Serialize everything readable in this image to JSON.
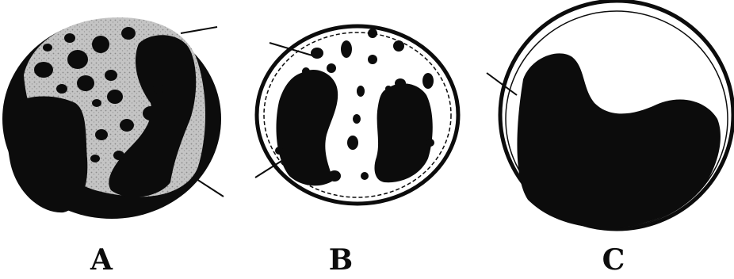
{
  "cells": [
    {
      "id": "A",
      "label": "A"
    },
    {
      "id": "B",
      "label": "B"
    },
    {
      "id": "C",
      "label": "C"
    }
  ],
  "colors": {
    "ink": "#0c0c0c",
    "cytoplasm": "#bdbdbd",
    "background": "#ffffff"
  }
}
